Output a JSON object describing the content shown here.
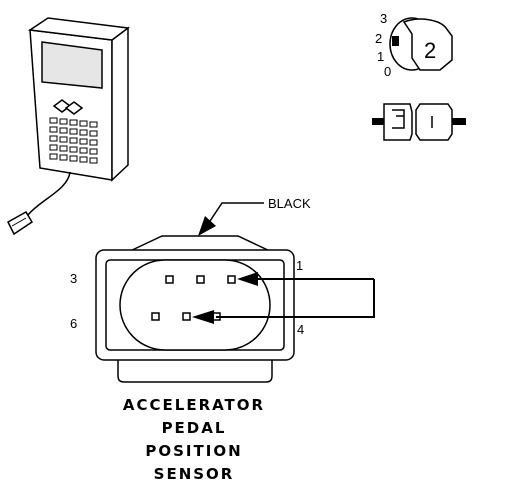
{
  "callout": {
    "label": "BLACK"
  },
  "connector": {
    "pin_labels": {
      "p1": "1",
      "p3": "3",
      "p4": "4",
      "p6": "6"
    },
    "title_lines": [
      "ACCELERATOR",
      "PEDAL",
      "POSITION",
      "SENSOR"
    ]
  },
  "key_switch": {
    "positions": [
      "3",
      "2",
      "1",
      "0"
    ],
    "key_number": "2"
  },
  "colors": {
    "line": "#000000",
    "fill_light": "#ffffff",
    "fill_screen": "#e6e6e6"
  },
  "icons": [
    "scan-tool-icon",
    "ignition-key-icon",
    "jumper-wire-icon",
    "connector-icon"
  ]
}
